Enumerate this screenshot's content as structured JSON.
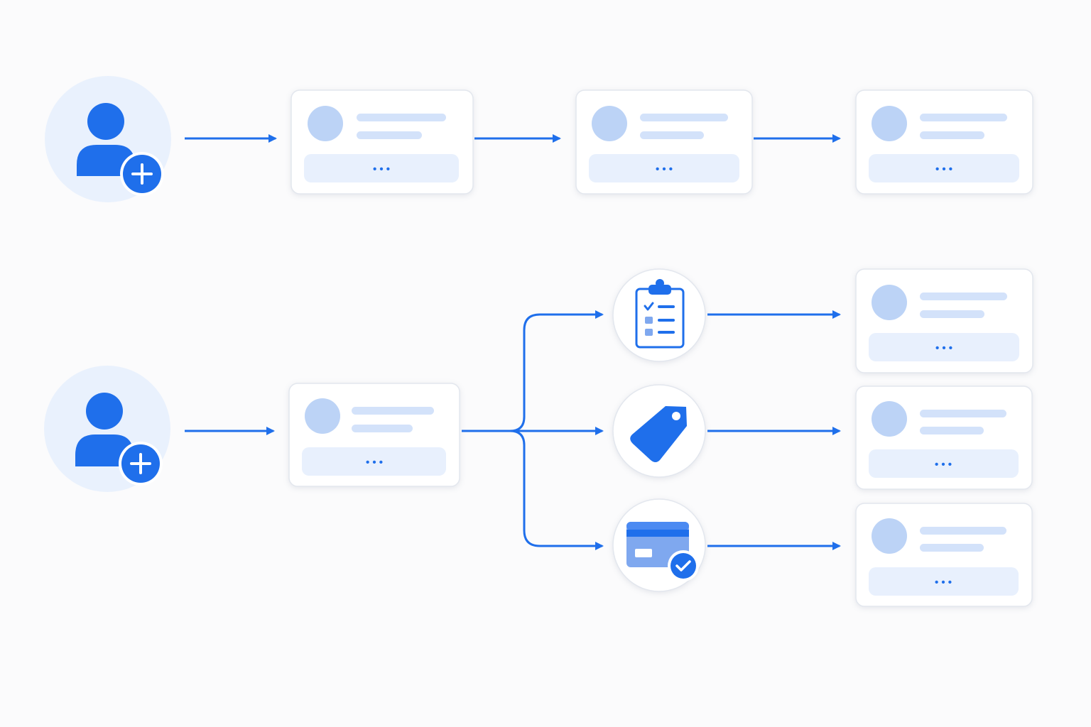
{
  "colors": {
    "primary": "#1f6feb",
    "primary_light": "#bcd3f6",
    "panel": "#e8f0fd",
    "avatar_bg": "#e9f1fd",
    "card_border": "#e3e7ee",
    "card_fill": "#ffffff",
    "icon_bg": "#ffffff"
  },
  "rows": [
    {
      "name": "linear-flow",
      "start_icon": "add-user-icon",
      "steps": [
        "placeholder-card",
        "placeholder-card",
        "placeholder-card"
      ]
    },
    {
      "name": "branching-flow",
      "start_icon": "add-user-icon",
      "steps": [
        "placeholder-card"
      ],
      "branches": [
        {
          "icon": "checklist-icon",
          "target": "placeholder-card"
        },
        {
          "icon": "tag-icon",
          "target": "placeholder-card"
        },
        {
          "icon": "credit-card-verified-icon",
          "target": "placeholder-card"
        }
      ]
    }
  ],
  "card_action_label": "• • •"
}
